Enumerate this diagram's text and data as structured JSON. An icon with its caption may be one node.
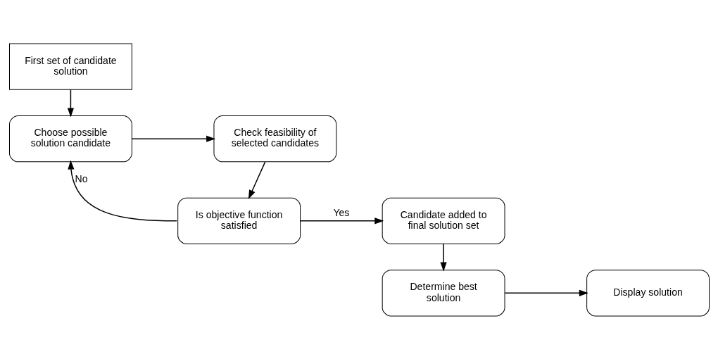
{
  "diagram": {
    "nodes": [
      {
        "text": [
          "First set of candidate solution"
        ]
      },
      {
        "text": [
          "Choose possible solution candidate"
        ]
      },
      {
        "text": [
          "Check feasibility of selected candidates"
        ]
      },
      {
        "text": [
          "Is objective function satisfied"
        ]
      },
      {
        "text": [
          "Candidate added to final solution set"
        ]
      },
      {
        "text": [
          "Determine best solution"
        ]
      },
      {
        "text": [
          "Display solution"
        ]
      }
    ],
    "edges": [
      {
        "from": 0,
        "to": 1,
        "arrow": "to"
      },
      {
        "from": 1,
        "to": 2,
        "arrow": "to"
      },
      {
        "from": 2,
        "to": 3,
        "arrow": "to"
      },
      {
        "from": 3,
        "to": 1,
        "arrow": "to",
        "label": "No"
      },
      {
        "from": 3,
        "to": 4,
        "arrow": "to",
        "label": "Yes"
      },
      {
        "from": 4,
        "to": 5,
        "arrow": "to"
      },
      {
        "from": 5,
        "to": 6,
        "arrow": "to"
      }
    ]
  }
}
